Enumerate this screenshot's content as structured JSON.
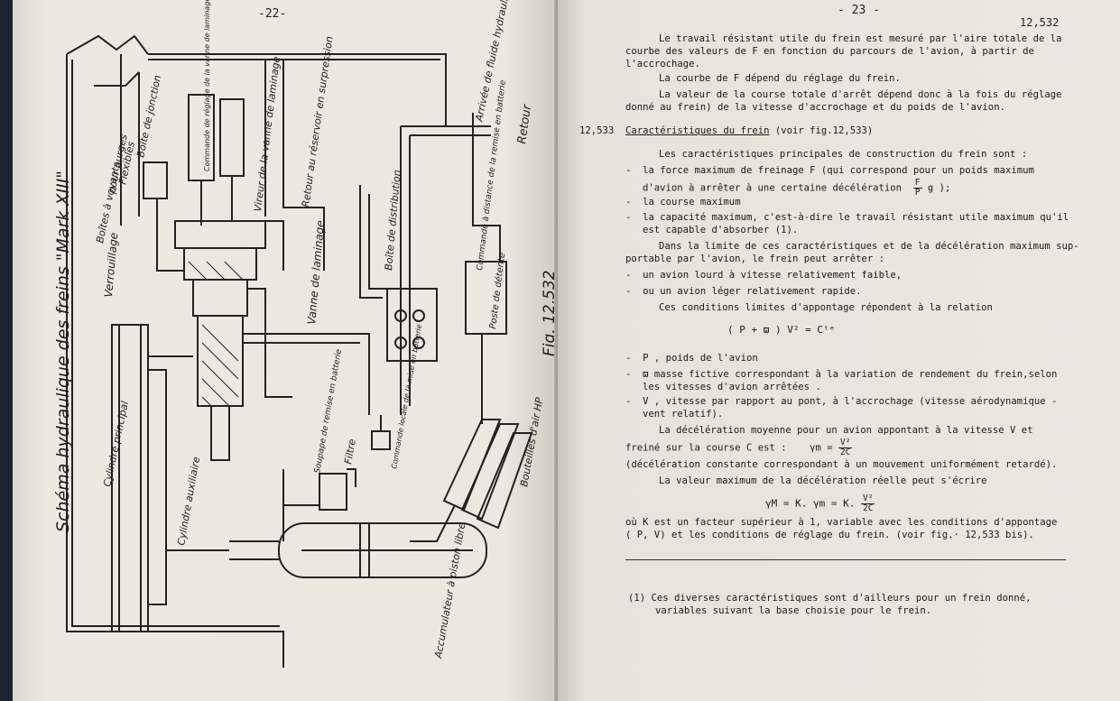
{
  "left_page": {
    "page_number": "-22-",
    "title": "Schéma hydraulique des freins \"Mark XIII\"",
    "figure_label": "Fig. 12,532",
    "labels": {
      "boites_voyants": "Boîtes à voyants",
      "flexibles": "Flexibles",
      "purges": "pour purges",
      "boite_jonction": "Boîte de jonction",
      "commande_reglage": "Commande de réglage de la vanne de laminage",
      "verrouillage": "Verrouillage",
      "vireur": "Vireur de la vanne de laminage",
      "retour_reservoir": "Retour au réservoir en surpression",
      "arrivee_fluide": "Arrivée de fluide hydraulique",
      "retour": "Retour",
      "boite_distribution": "Boîte de distribution",
      "commande_remise": "Commande à distance de la remise en batterie",
      "vanne_laminage": "Vanne de laminage",
      "poste_detente": "Poste de détente",
      "bouteilles_air": "Bouteilles d'air HP",
      "cylindre_principal": "Cylindre principal",
      "cylindre_auxiliaire": "Cylindre auxiliaire",
      "soupape": "Soupape de remise en batterie",
      "filtre": "Filtre",
      "commande_locale": "Commande locale de la mise en batterie",
      "accumulateur": "Accumulateur à piston libre"
    }
  },
  "right_page": {
    "page_number": "- 23 -",
    "section_ref": "12,532",
    "lines": [
      "Le travail résistant utile du frein est mesuré par l'aire totale de la",
      "courbe des valeurs de  F  en fonction du parcours de l'avion, à partir de",
      "l'accrochage.",
      "La courbe de  F  dépend du réglage du frein.",
      "La valeur de la course totale d'arrêt dépend donc à la fois du réglage",
      "donné au frein) de la vitesse d'accrochage et du poids de l'avion."
    ],
    "section_number": "12,533",
    "section_title": "Caractéristiques du frein",
    "section_title_ref": "(voir fig.12,533)",
    "intro": "Les caractéristiques principales de construction du frein sont :",
    "bullets": [
      "la force maximum de freinage  F (qui correspond pour un poids maximum",
      "d'avion à arrêter à une certaine décélération",
      "la course maximum",
      "la capacité maximum, c'est-à-dire le travail résistant utile maximum qu'il",
      "est capable d'absorber (1)."
    ],
    "frac_fp": {
      "num": "F",
      "den": "P",
      "suffix": "g );"
    },
    "limit_lines": [
      "Dans la limite de ces caractéristiques et de la décélération maximum sup-",
      "portable par l'avion, le frein peut arrêter :"
    ],
    "cases": [
      "un avion lourd à vitesse relativement faible,",
      "ou un avion léger relativement rapide."
    ],
    "conditions_line": "Ces conditions limites d'appontage répondent à la relation",
    "relation": "( P +  ϖ  ) V² = Cᵗᵉ",
    "defs": [
      "P , poids de l'avion",
      "ϖ   masse fictive correspondant à la variation de rendement du frein,selon",
      "les vitesses d'avion arrêtées .",
      "V , vitesse par rapport au pont, à l'accrochage (vitesse aérodynamique -",
      "vent relatif)."
    ],
    "decel_lines": [
      "La décélération moyenne pour un avion appontant à la vitesse  V  et",
      "freiné sur la course  C  est :"
    ],
    "gamma_m": {
      "lhs": "γm =",
      "num": "V²",
      "den": "2C"
    },
    "decel_note": "(décélération constante correspondant à un mouvement uniformément retardé).",
    "max_line": "La valeur maximum de la décélération réelle peut s'écrire",
    "gamma_M": {
      "lhs": "γM =  K. γm =  K.",
      "num": "V²",
      "den": "2C"
    },
    "k_lines": [
      "où  K  est un facteur supérieur à 1, variable avec les conditions d'appontage",
      "( P, V) et les conditions de réglage du frein. (voir fig.· 12,533 bis)."
    ],
    "footnote": [
      "(1)  Ces diverses caractéristiques sont d'ailleurs pour un frein donné,",
      "variables suivant la base choisie pour le frein."
    ]
  }
}
